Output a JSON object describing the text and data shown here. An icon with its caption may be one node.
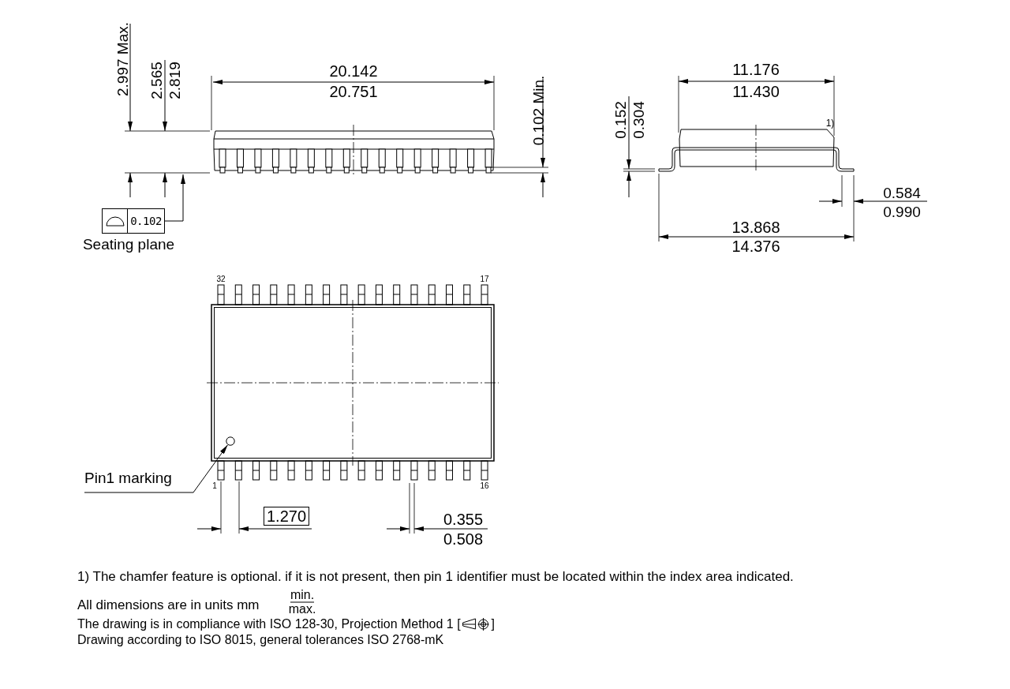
{
  "diagram": {
    "nodes": [
      {
        "text": [
          "0.102"
        ],
        "beside": [
          "Seating plane"
        ]
      },
      {
        "text": [
          "Pin1 marking"
        ]
      },
      {
        "text": [],
        "shape": "circle"
      }
    ],
    "edges": [
      {
        "from": 0,
        "to": null,
        "arrow": "to"
      },
      {
        "from": 1,
        "to": 2,
        "arrow": "to"
      }
    ],
    "labels": [
      "2.997 Max.",
      "2.565",
      "2.819",
      "20.142",
      "20.751",
      "0.102 Min.",
      "11.176",
      "11.430",
      "0.152",
      "0.304",
      "1)",
      "0.584",
      "0.990",
      "13.868",
      "14.376",
      "32",
      "17",
      "1",
      "16",
      "1.270",
      "0.355",
      "0.508",
      "1) The chamfer feature is optional. if it is not present, then pin 1 identifier must be located within the index area indicated.",
      "All dimensions are in units mm",
      "min.",
      "max.",
      "The drawing is in compliance with ISO 128-30, Projection Method 1 [",
      "]",
      "Drawing according to ISO 8015, general tolerances ISO 2768-mK"
    ]
  }
}
